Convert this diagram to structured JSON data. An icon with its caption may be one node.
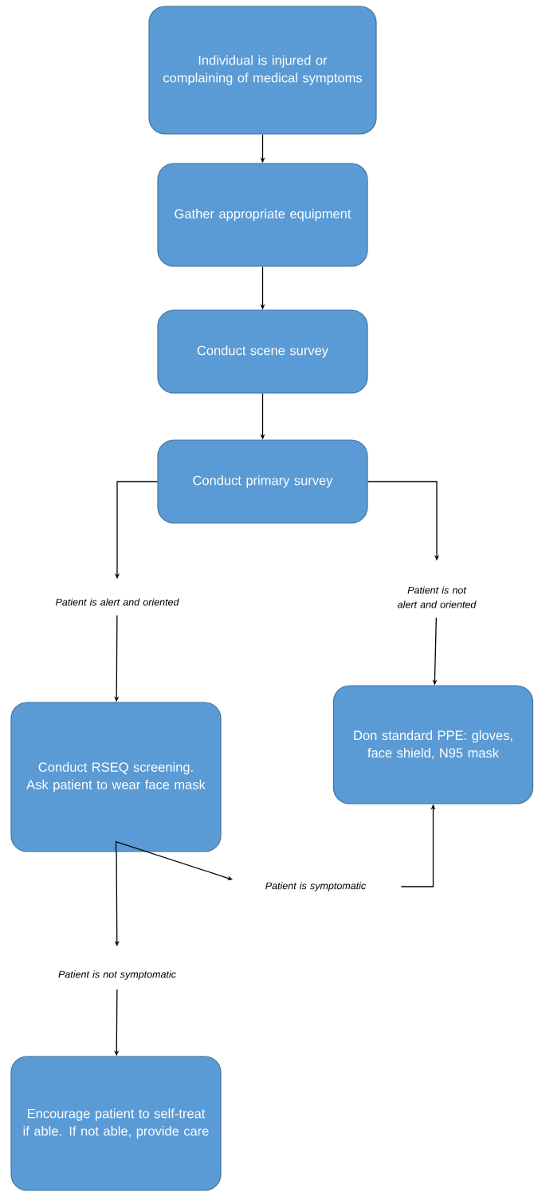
{
  "diagram": {
    "nodes": [
      {
        "text": [
          "Individual is injured or complaining of medical symptoms"
        ]
      },
      {
        "text": [
          "Gather appropriate equipment"
        ]
      },
      {
        "text": [
          "Conduct scene survey"
        ]
      },
      {
        "text": [
          "Conduct primary survey"
        ]
      },
      {
        "text": [
          "Patient is alert and oriented"
        ]
      },
      {
        "text": [
          "Patient is not alert and oriented"
        ]
      },
      {
        "text": [
          "Conduct RSEQ screening. Ask patient to wear face mask"
        ]
      },
      {
        "text": [
          "Don standard PPE: gloves, face shield, N95 mask"
        ]
      },
      {
        "text": [
          "Patient is symptomatic"
        ]
      },
      {
        "text": [
          "Patient is not symptomatic"
        ]
      },
      {
        "text": [
          "Encourage patient to self-treat if able. If not able, provide care"
        ]
      }
    ],
    "edges": [
      {
        "from": 0,
        "to": 1,
        "arrow": "to"
      },
      {
        "from": 1,
        "to": 2,
        "arrow": "to"
      },
      {
        "from": 2,
        "to": 3,
        "arrow": "to"
      },
      {
        "from": 3,
        "to": 4,
        "arrow": "to"
      },
      {
        "from": 3,
        "to": 5,
        "arrow": "to"
      },
      {
        "from": 4,
        "to": 6,
        "arrow": "to"
      },
      {
        "from": 5,
        "to": 7,
        "arrow": "to"
      },
      {
        "from": 6,
        "to": 8,
        "arrow": "to"
      },
      {
        "from": 8,
        "to": 7,
        "arrow": "to"
      },
      {
        "from": 6,
        "to": 9,
        "arrow": "to"
      },
      {
        "from": 9,
        "to": 10,
        "arrow": "to"
      }
    ]
  }
}
